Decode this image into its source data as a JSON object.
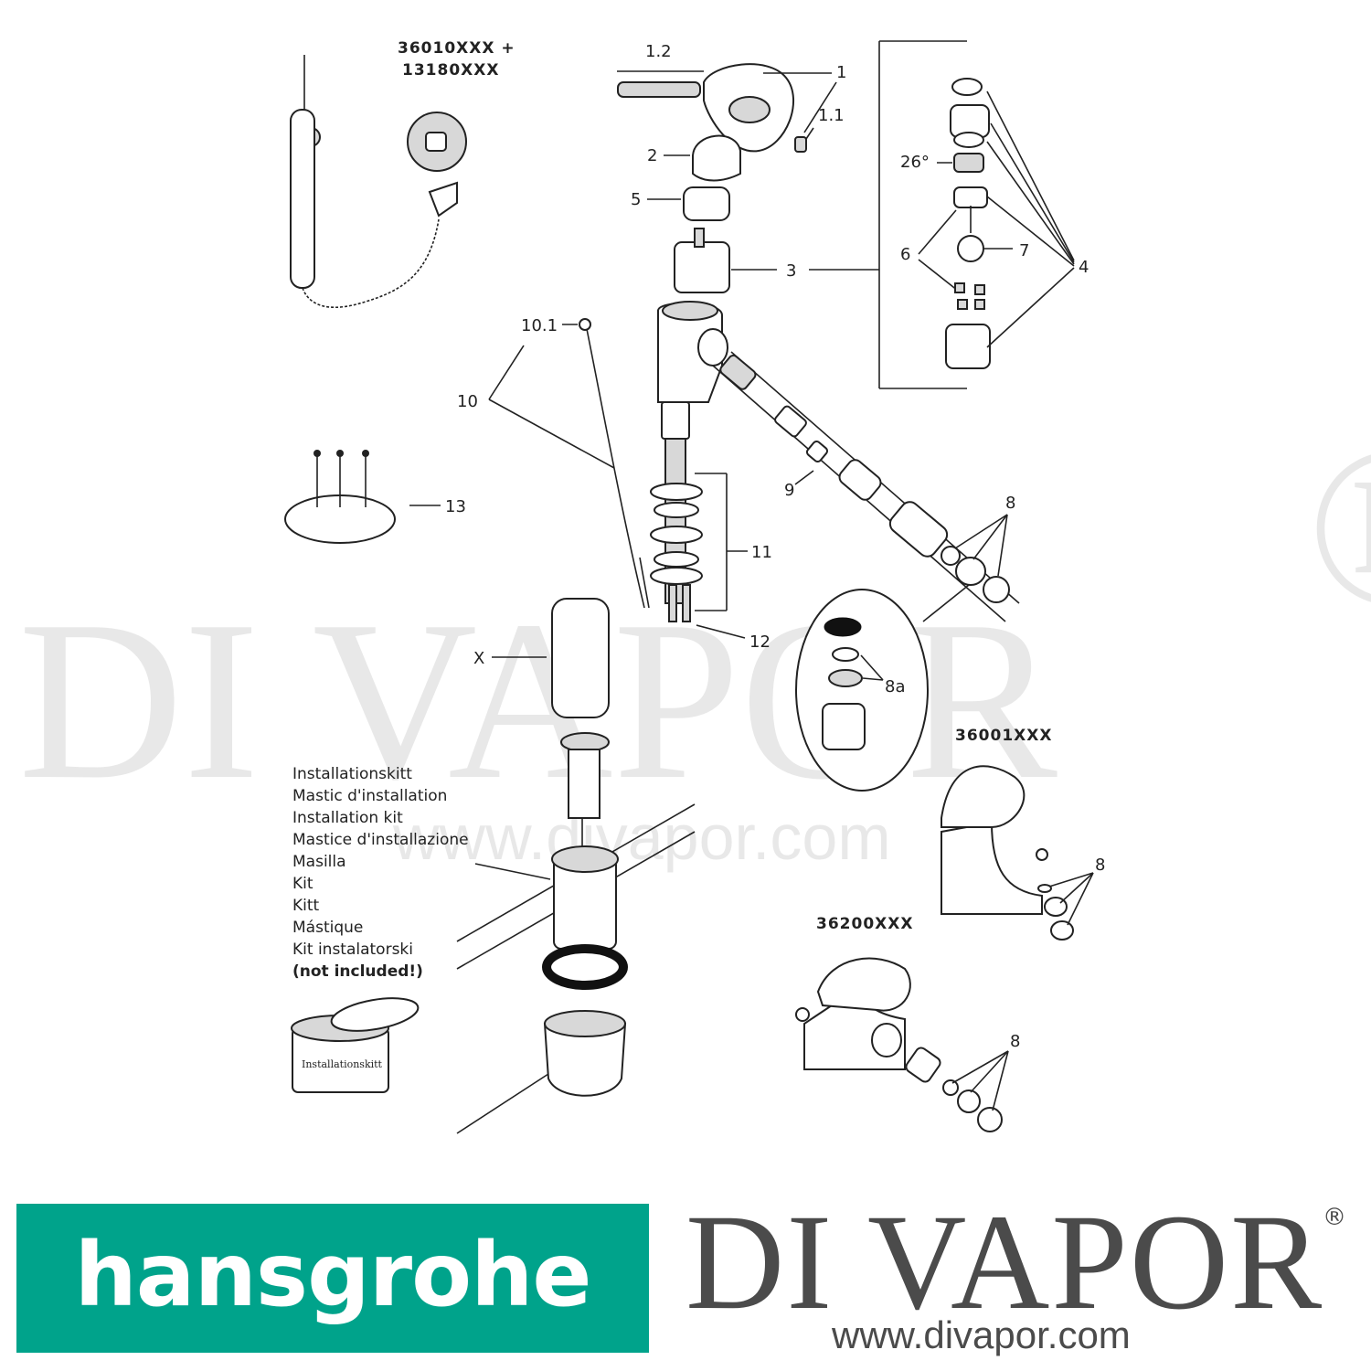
{
  "product_codes": {
    "handshower_set_line1": "36010XXX +",
    "handshower_set_line2": "13180XXX",
    "variant_a": "36001XXX",
    "variant_b": "36200XXX"
  },
  "part_labels": {
    "p1": "1",
    "p1_1": "1.1",
    "p1_2": "1.2",
    "p2": "2",
    "p3": "3",
    "p4": "4",
    "p5": "5",
    "p6": "6",
    "p7": "7",
    "angle": "26°",
    "p8": "8",
    "p8a": "8a",
    "p9": "9",
    "p10": "10",
    "p10_1": "10.1",
    "p11": "11",
    "p12": "12",
    "p13": "13",
    "pX": "X"
  },
  "installation_kit": {
    "lines": [
      "Installationskitt",
      "Mastic d'installation",
      "Installation kit",
      "Mastice d'installazione",
      "Masilla",
      "Kit",
      "Kitt",
      "Mástique",
      "Kit instalatorski"
    ],
    "note": "(not included!)",
    "tin_label": "Installationskitt"
  },
  "watermark": {
    "name": "DI VAPOR",
    "reg": "®",
    "url": "www.divapor.com"
  },
  "footer": {
    "left_brand": "hansgrohe",
    "right_brand": "DI VAPOR",
    "right_reg": "®",
    "right_url": "www.divapor.com"
  },
  "colors": {
    "hansgrohe_green": "#00a38b",
    "divapor_grey": "#4b4b4b"
  }
}
